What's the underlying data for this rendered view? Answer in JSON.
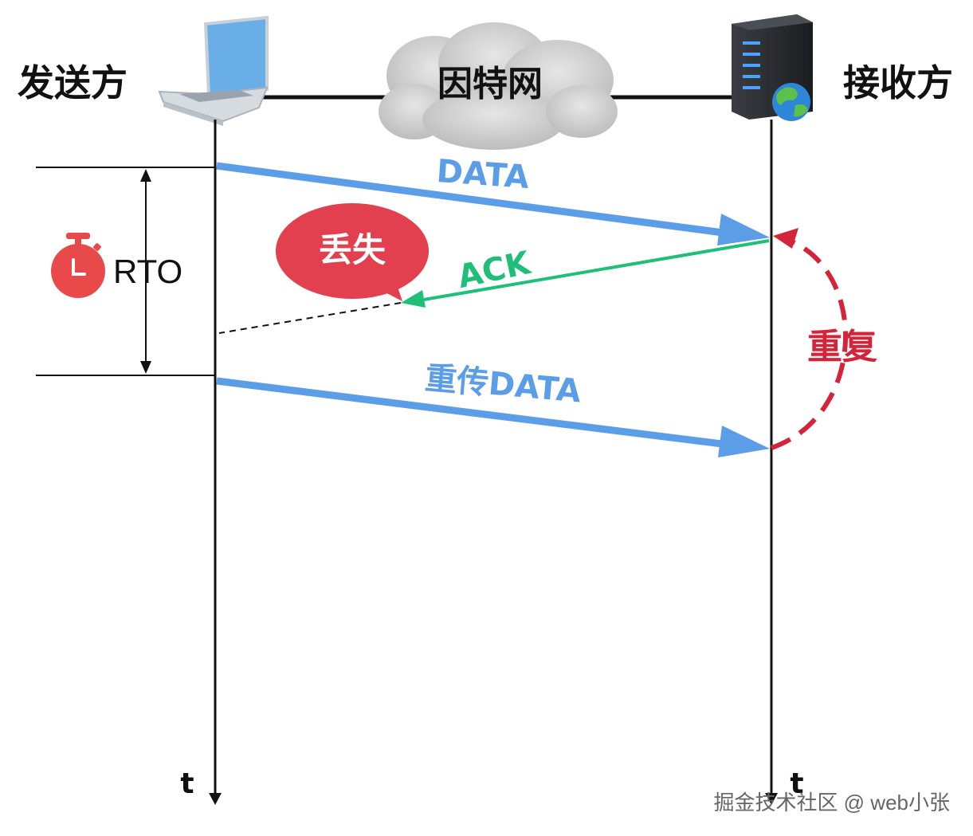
{
  "sender": {
    "label": "发送方"
  },
  "receiver": {
    "label": "接收方"
  },
  "network": {
    "label": "因特网"
  },
  "messages": {
    "data": "DATA",
    "ack": "ACK",
    "retransmit": "重传DATA"
  },
  "loss_bubble": {
    "label": "丢失"
  },
  "timer": {
    "label": "RTO",
    "icon": "stopwatch-icon"
  },
  "duplicate": {
    "label": "重复"
  },
  "time_axis": {
    "sender_label": "t",
    "receiver_label": "t"
  },
  "watermark": "掘金技术社区 @ web小张",
  "colors": {
    "data_arrow": "#5b9de6",
    "ack_arrow": "#1fbf7a",
    "loss_bubble": "#e2404f",
    "duplicate": "#d4243a",
    "timer": "#e84a4a"
  }
}
